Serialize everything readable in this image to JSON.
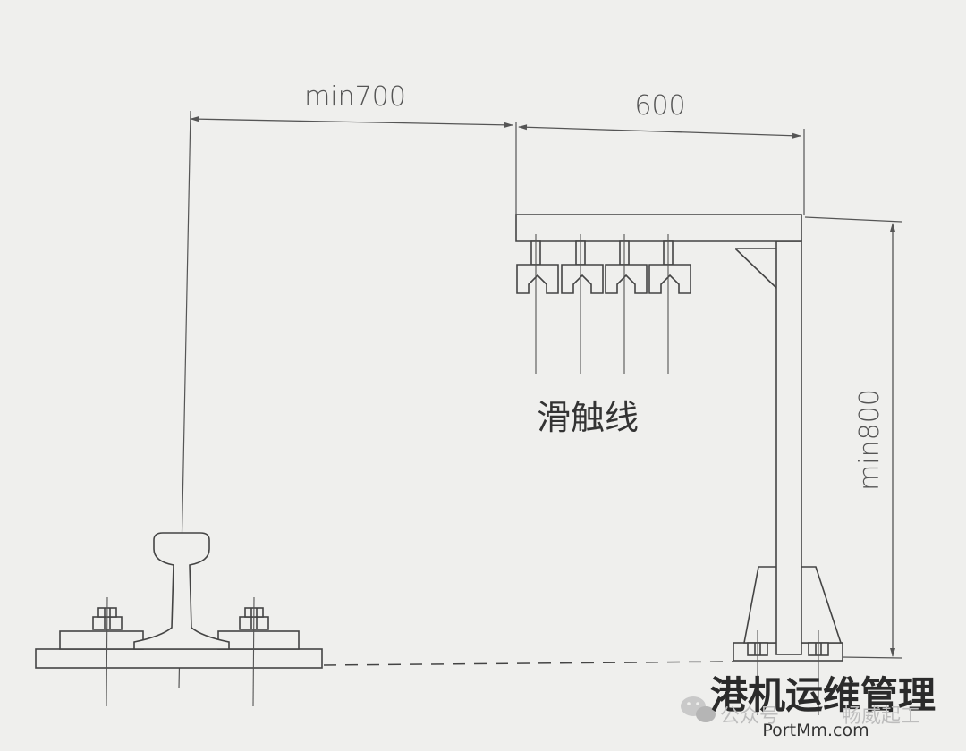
{
  "dimensions": {
    "rail_to_wire": "min700",
    "arm_length": "600",
    "wire_height": "min800"
  },
  "labels": {
    "sliding_wire": "滑触线"
  },
  "watermark": {
    "title": "港机运维管理",
    "subtitle_left": "公众号",
    "subtitle_right": "畅威起工",
    "url": "PortMm.com"
  }
}
